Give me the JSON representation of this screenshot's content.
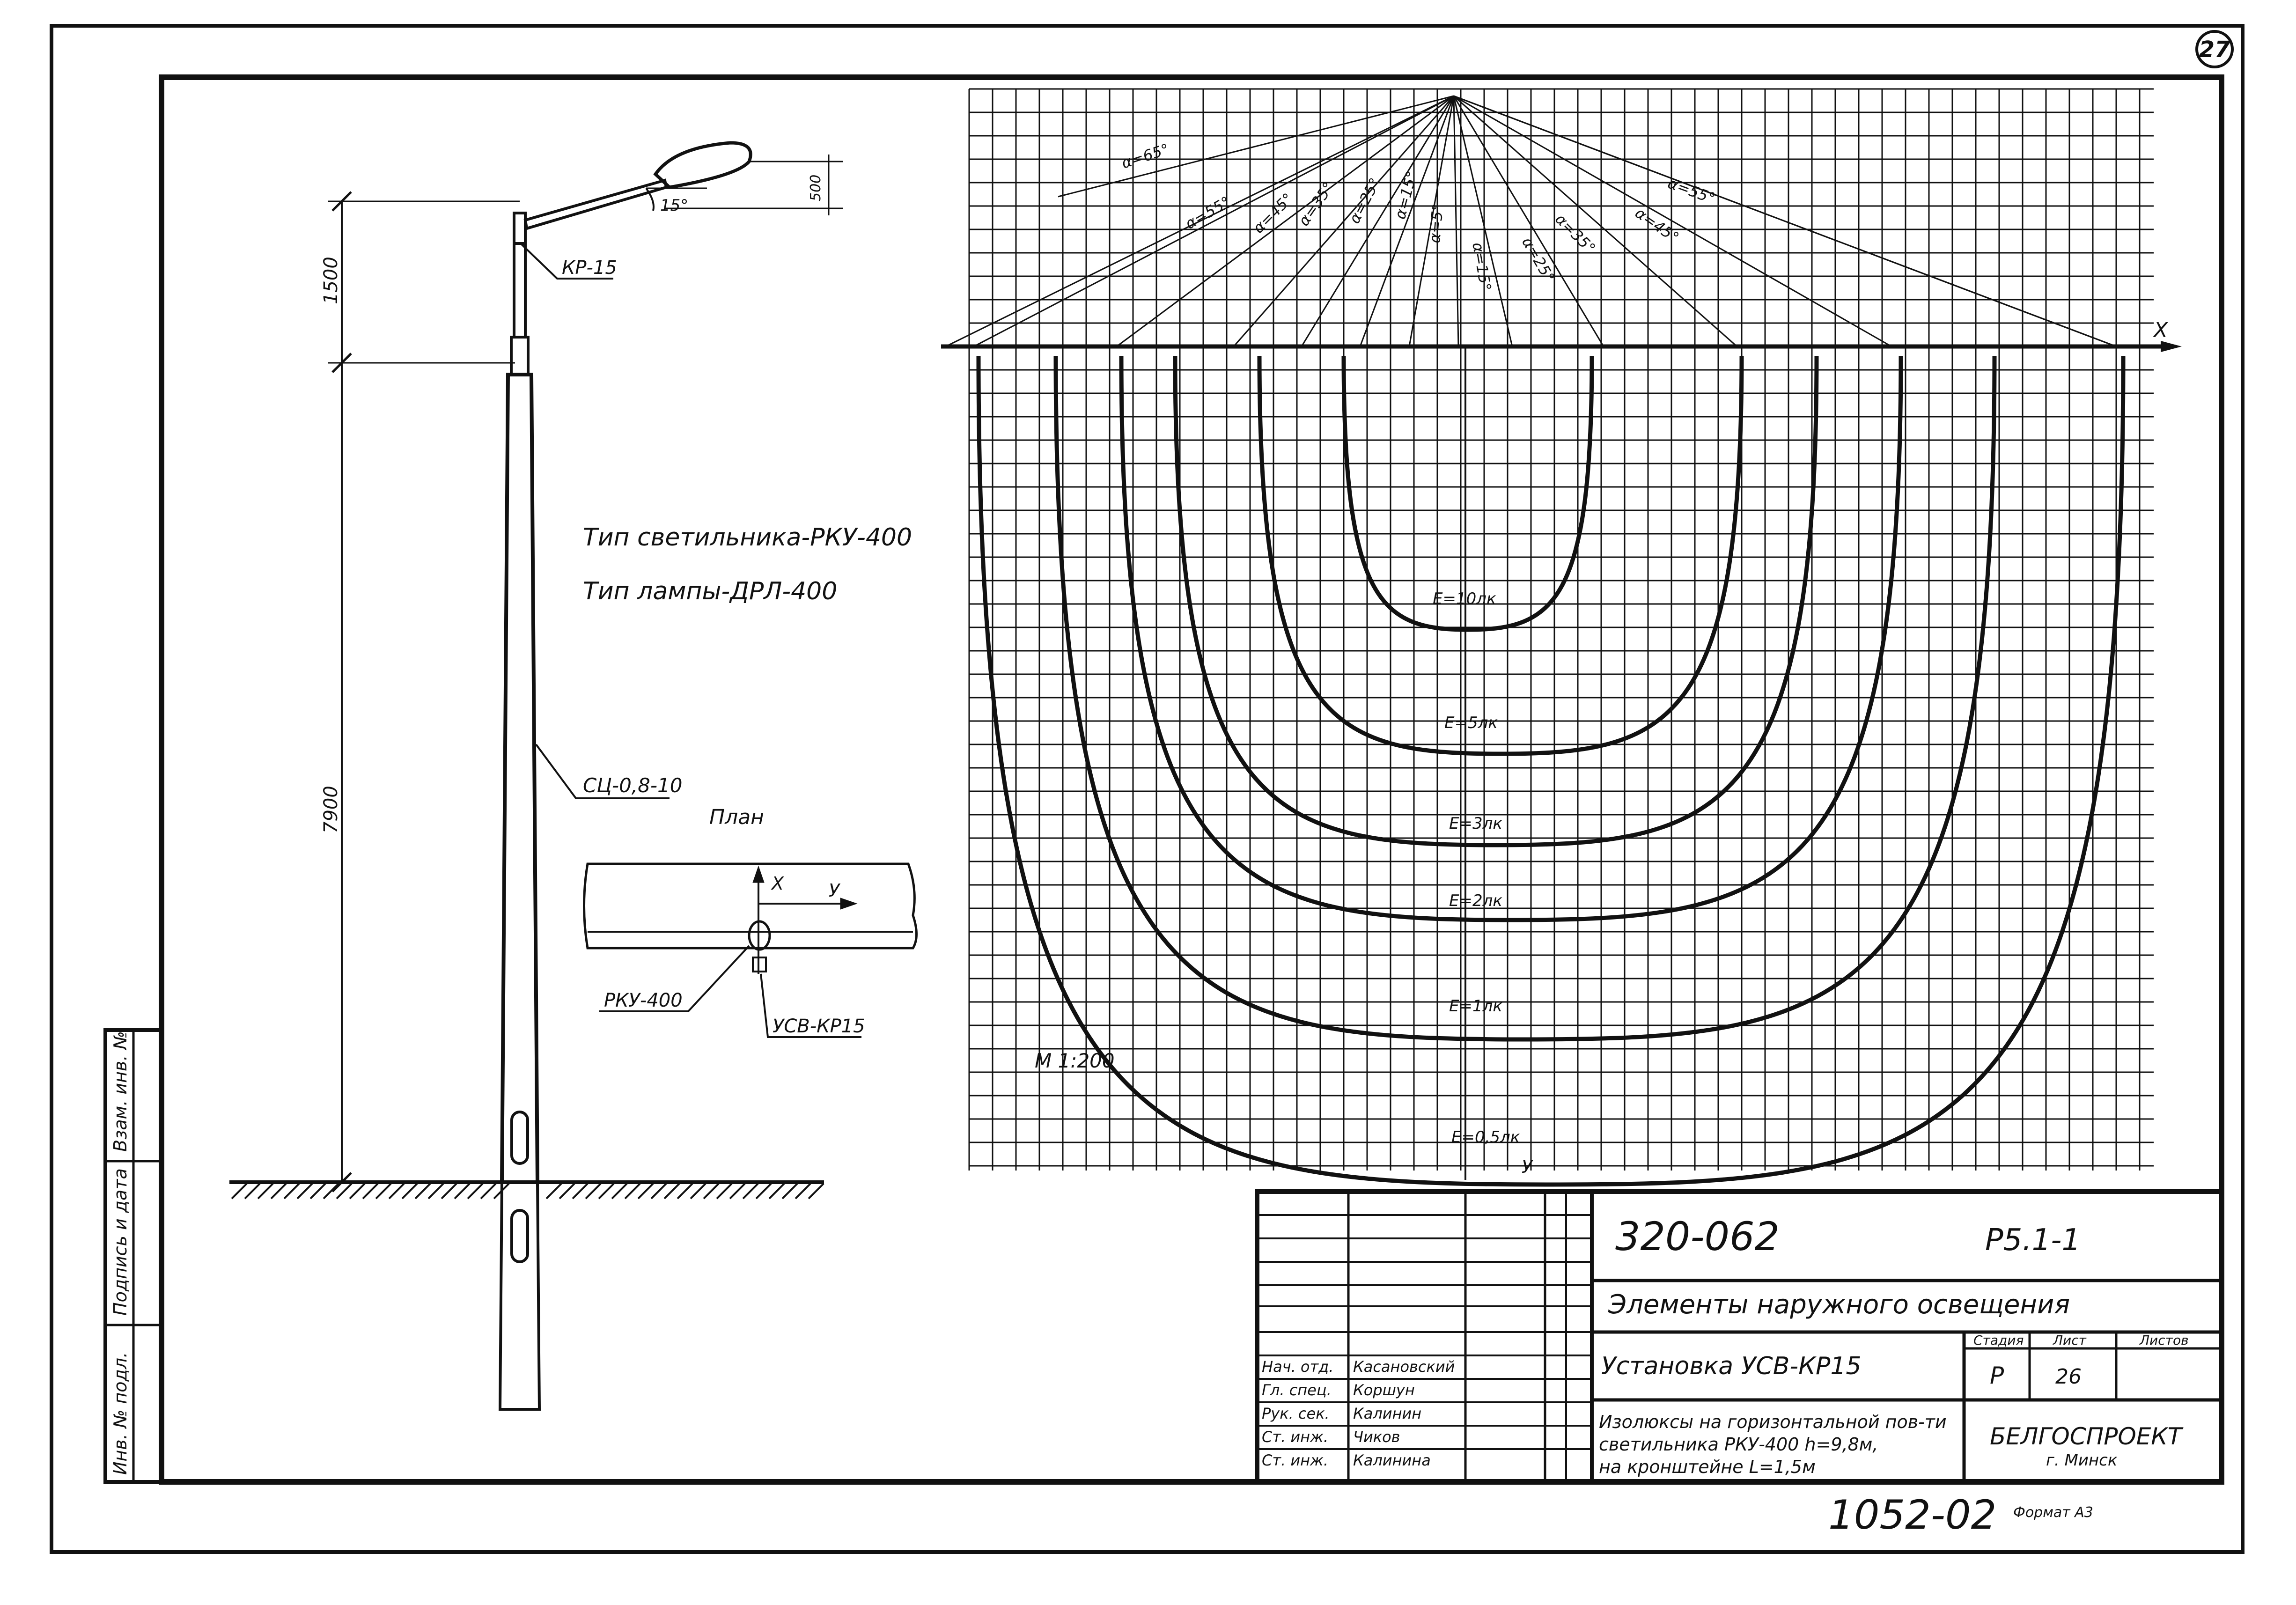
{
  "sheet_number": "27",
  "fixture": {
    "bracket_label": "КР-15",
    "pole_label": "СЦ-0,8-10",
    "lamp_label": "РКУ-400",
    "mount_label": "УСВ-КР15",
    "angle_label": "15°",
    "size_label": "500",
    "dim_upper": "1500",
    "dim_lower": "7900"
  },
  "notes": {
    "line1": "Тип светильника-РКУ-400",
    "line2": "Тип лампы-ДРЛ-400"
  },
  "plan": {
    "title": "План",
    "axis_x": "X",
    "axis_y": "У"
  },
  "isolux": {
    "axis_x": "X",
    "axis_y": "У",
    "scale": "М 1:200",
    "curves": [
      {
        "label": "E=10лк"
      },
      {
        "label": "E=5лк"
      },
      {
        "label": "E=3лк"
      },
      {
        "label": "E=2лк"
      },
      {
        "label": "E=1лк"
      },
      {
        "label": "E=0,5лк"
      }
    ],
    "ray_angles": [
      "α=65°",
      "α=55°",
      "α=45°",
      "α=35°",
      "α=25°",
      "α=15°",
      "α=5°",
      "α=15°",
      "α=25°",
      "α=35°",
      "α=45°",
      "α=55°"
    ]
  },
  "side_stamp": [
    "Инв. № подл.",
    "Подпись и дата",
    "Взам. инв. №"
  ],
  "title_block": {
    "code": "320-062",
    "sheet_ref": "Р5.1-1",
    "subject": "Элементы наружного освещения",
    "item": "Установка УСВ-КР15",
    "description": [
      "Изолюксы на горизонтальной пов-ти",
      "светильника РКУ-400 h=9,8м,",
      "на кронштейне L=1,5м"
    ],
    "stage_header": "Стадия",
    "sheet_header": "Лист",
    "sheets_header": "Листов",
    "stage_value": "Р",
    "sheet_value": "26",
    "org": "БЕЛГОСПРОЕКТ",
    "city": "г. Минск",
    "format_code": "1052-02",
    "format_label": "Формат А3",
    "signatures": [
      {
        "role": "Нач. отд.",
        "name": "Касановский"
      },
      {
        "role": "Гл. спец.",
        "name": "Коршун"
      },
      {
        "role": "Рук. сек.",
        "name": "Калинин"
      },
      {
        "role": "Ст. инж.",
        "name": "Чиков"
      },
      {
        "role": "Ст. инж.",
        "name": "Калинина"
      }
    ]
  }
}
